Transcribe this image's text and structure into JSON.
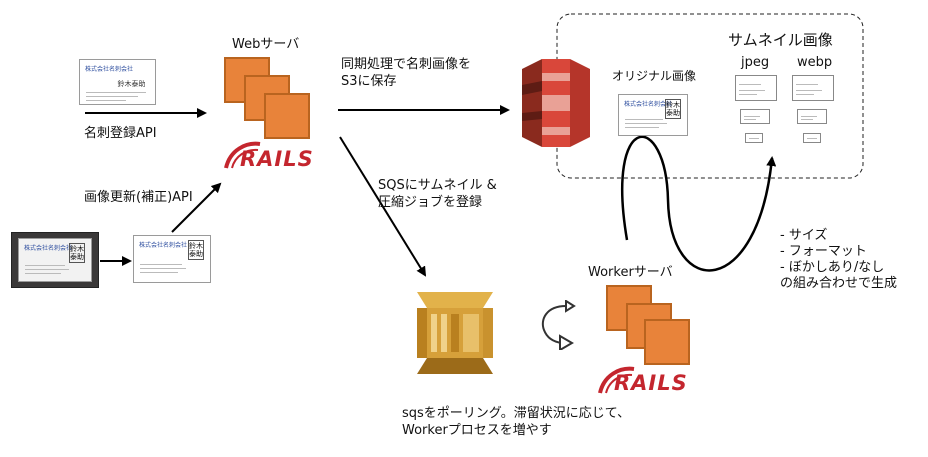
{
  "labels": {
    "web_server": "Webサーバ",
    "register_api": "名刺登録API",
    "update_api": "画像更新(補正)API",
    "sync_save": "同期処理で名刺画像を\nS3に保存",
    "original_image": "オリジナル画像",
    "thumbnail_image": "サムネイル画像",
    "jpeg": "jpeg",
    "webp": "webp",
    "sqs_register": "SQSにサムネイル &\n圧縮ジョブを登録",
    "worker_server": "Workerサーバ",
    "variations": "- サイズ\n- フォーマット\n- ぼかしあり/なし\nの組み合わせで生成",
    "polling": "sqsをポーリング。滞留状況に応じて、\nWorkerプロセスを増やす"
  },
  "logos": {
    "rails": "RAILS"
  },
  "card": {
    "company": "株式会社名刺会社",
    "name": "鈴木泰助"
  },
  "colors": {
    "server_orange": "#e8833a",
    "server_dark": "#b9641f",
    "s3_red": "#d9473a",
    "sqs_gold": "#c9922e",
    "rails_red": "#c4262e"
  }
}
